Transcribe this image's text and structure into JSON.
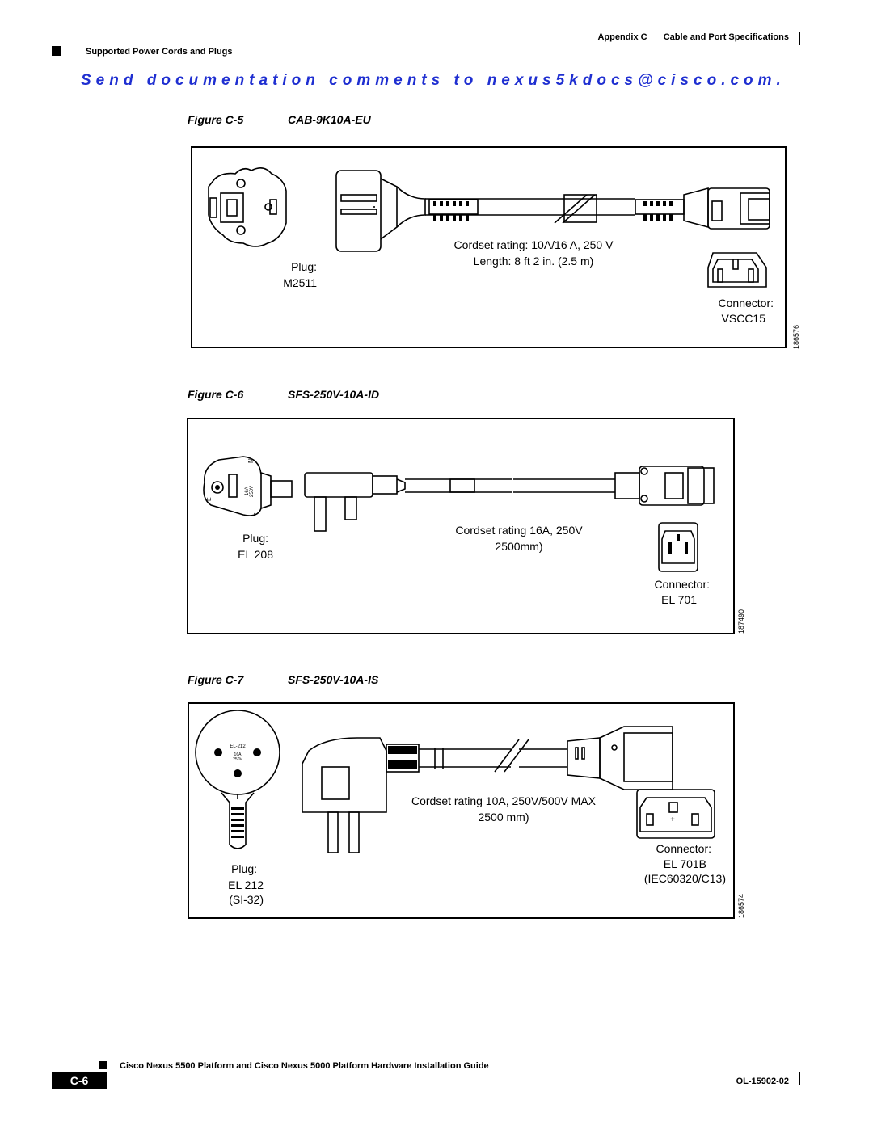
{
  "header": {
    "chapter": "Appendix C",
    "chapter_title": "Cable and Port Specifications",
    "section": "Supported Power Cords and Plugs"
  },
  "banner": {
    "text": "Send documentation comments to nexus5kdocs@cisco.com.",
    "color": "#1f2fd1"
  },
  "figures": [
    {
      "number": "Figure C-5",
      "title": "CAB-9K10A-EU",
      "plug_label": "Plug:",
      "plug_model": "M2511",
      "rating_line1": "Cordset rating: 10A/16 A, 250 V",
      "rating_line2": "Length: 8 ft 2 in. (2.5 m)",
      "connector_label": "Connector:",
      "connector_model": "VSCC15",
      "figure_id": "186576"
    },
    {
      "number": "Figure C-6",
      "title": "SFS-250V-10A-ID",
      "plug_label": "Plug:",
      "plug_model": "EL 208",
      "rating_line1": "Cordset rating 16A, 250V",
      "rating_line2": "2500mm)",
      "connector_label": "Connector:",
      "connector_model": "EL 701",
      "figure_id": "187490",
      "plug_marks": [
        "E",
        "N",
        "L",
        "16A",
        "250V"
      ]
    },
    {
      "number": "Figure C-7",
      "title": "SFS-250V-10A-IS",
      "plug_label": "Plug:",
      "plug_model": "EL 212",
      "plug_model2": "(SI-32)",
      "rating_line1": "Cordset rating 10A, 250V/500V MAX",
      "rating_line2": "2500 mm)",
      "connector_label": "Connector:",
      "connector_model": "EL 701B",
      "connector_model2": "(IEC60320/C13)",
      "figure_id": "186574",
      "plug_marks": [
        "EL-212",
        "16A",
        "250V"
      ]
    }
  ],
  "footer": {
    "guide_title": "Cisco Nexus 5500 Platform and Cisco Nexus 5000 Platform Hardware Installation Guide",
    "page_number": "C-6",
    "doc_number": "OL-15902-02"
  }
}
